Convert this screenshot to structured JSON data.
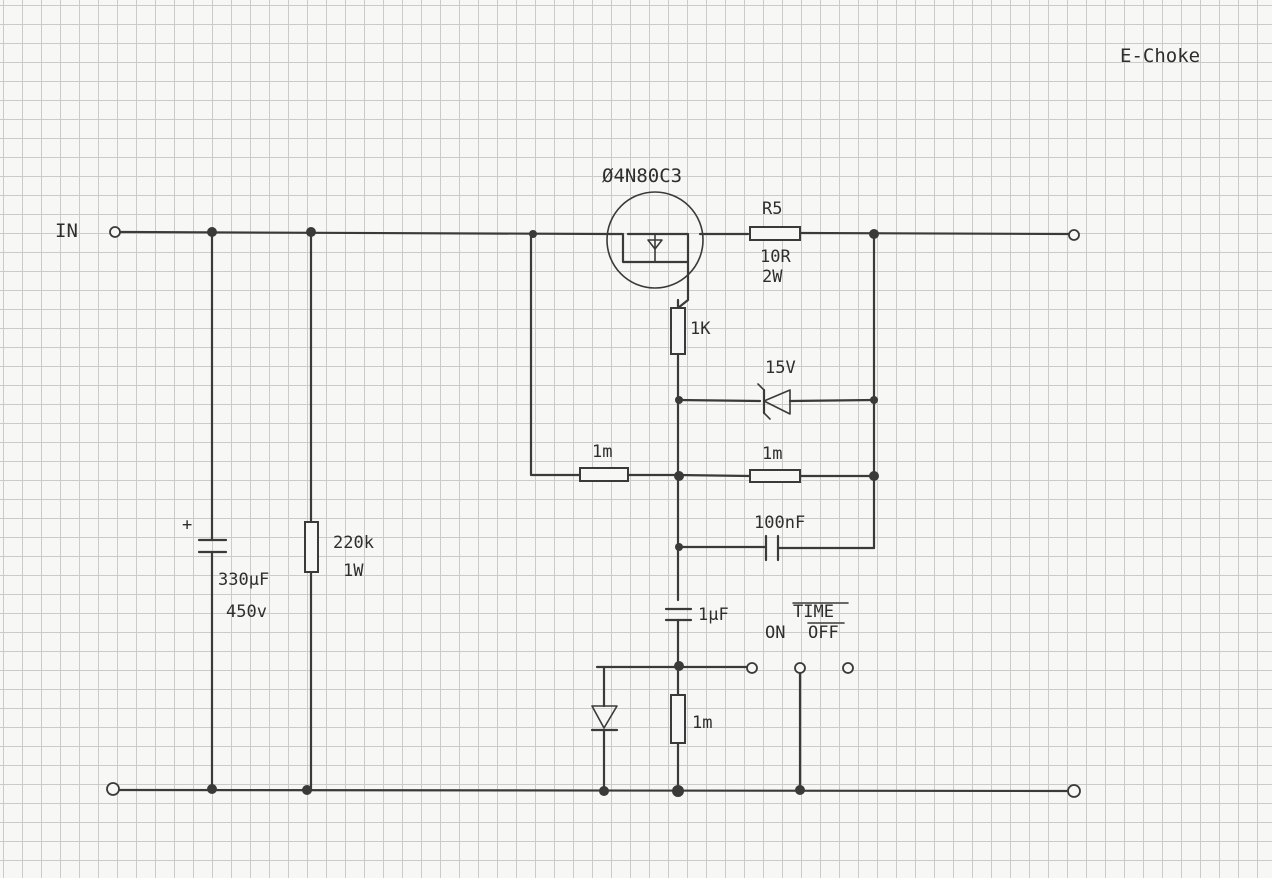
{
  "title": "E-Choke",
  "labels": {
    "in": "IN",
    "mosfet": "Ø4N80C3",
    "r5_name": "R5",
    "r5_value": "10R",
    "r5_power": "2W",
    "r_1k": "1K",
    "zener": "15V",
    "r_1m_left": "1m",
    "r_1m_right": "1m",
    "cap_100nf": "100nF",
    "cap_1uf": "1µF",
    "cap_330": "330µF",
    "cap_330_v": "450v",
    "cap_plus": "+",
    "r_220k": "220k",
    "r_220k_w": "1W",
    "r_1m_bottom": "1m",
    "time_label": "TIME",
    "switch_on": "ON",
    "switch_off": "OFF"
  }
}
